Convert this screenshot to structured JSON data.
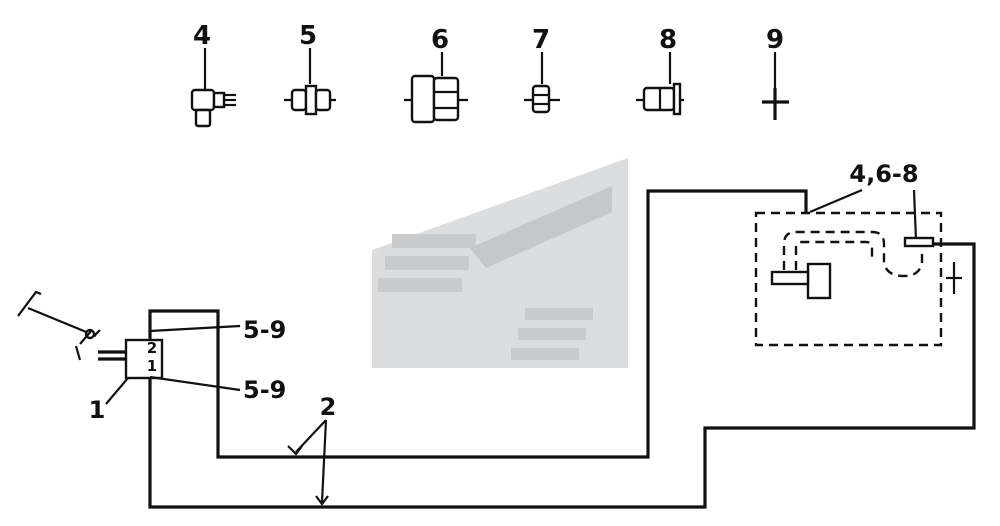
{
  "parts": [
    {
      "label": "4",
      "icon": "elbow-fitting-icon"
    },
    {
      "label": "5",
      "icon": "union-nut-fitting-icon"
    },
    {
      "label": "6",
      "icon": "hex-coupling-icon"
    },
    {
      "label": "7",
      "icon": "small-nut-icon"
    },
    {
      "label": "8",
      "icon": "sleeve-fitting-icon"
    },
    {
      "label": "9",
      "icon": "pipe-cross-icon"
    }
  ],
  "callouts": {
    "port_upper": "5-9",
    "port_lower": "5-9",
    "valve": "1",
    "pipes": "2",
    "tank_group": "4,6-8",
    "port_2": "2",
    "port_1": "1"
  },
  "watermark": {
    "icon": "brand-watermark-icon",
    "color": "#c9cbcc"
  },
  "colors": {
    "line": "#111111",
    "background": "#ffffff"
  }
}
